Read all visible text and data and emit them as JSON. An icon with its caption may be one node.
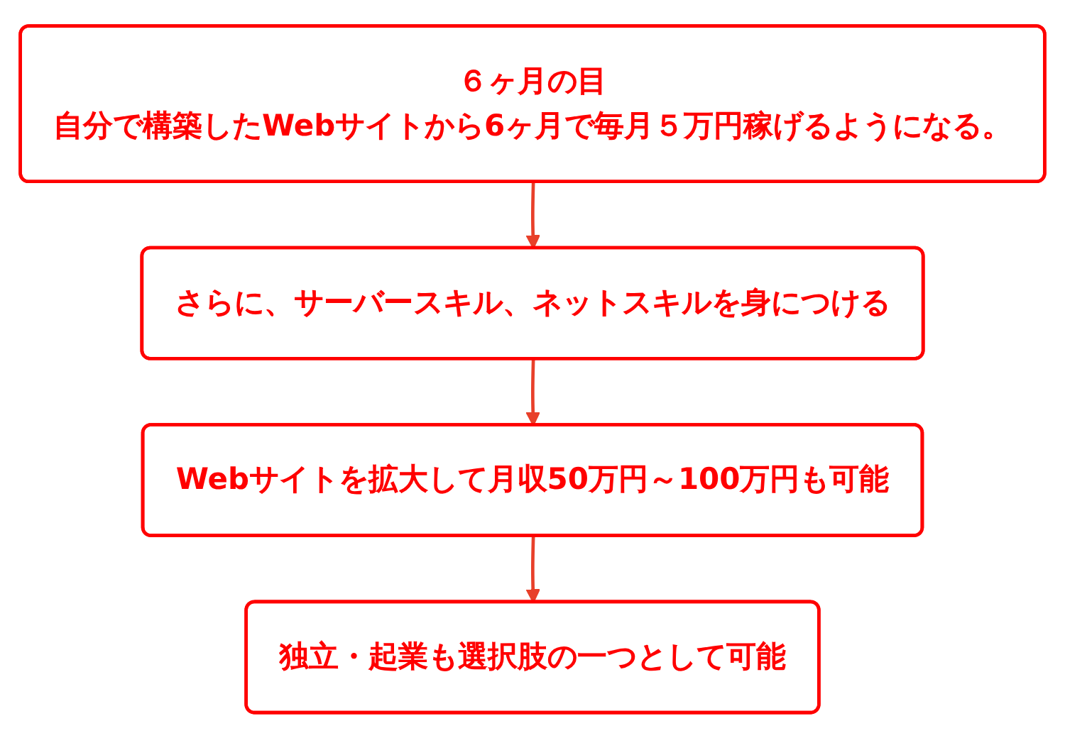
{
  "diagram": {
    "nodes": [
      {
        "text": [
          "６ヶ月の目",
          "自分で構築したWebサイトから6ヶ月で毎月５万円稼げるようになる。"
        ]
      },
      {
        "text": [
          "さらに、サーバースキル、ネットスキルを身につける"
        ]
      },
      {
        "text": [
          "Webサイトを拡大して月収50万円～100万円も可能"
        ]
      },
      {
        "text": [
          "独立・起業も選択肢の一つとして可能"
        ]
      }
    ],
    "edges": [
      {
        "from": 0,
        "to": 1,
        "arrow": "to"
      },
      {
        "from": 1,
        "to": 2,
        "arrow": "to"
      },
      {
        "from": 2,
        "to": 3,
        "arrow": "to"
      }
    ]
  }
}
